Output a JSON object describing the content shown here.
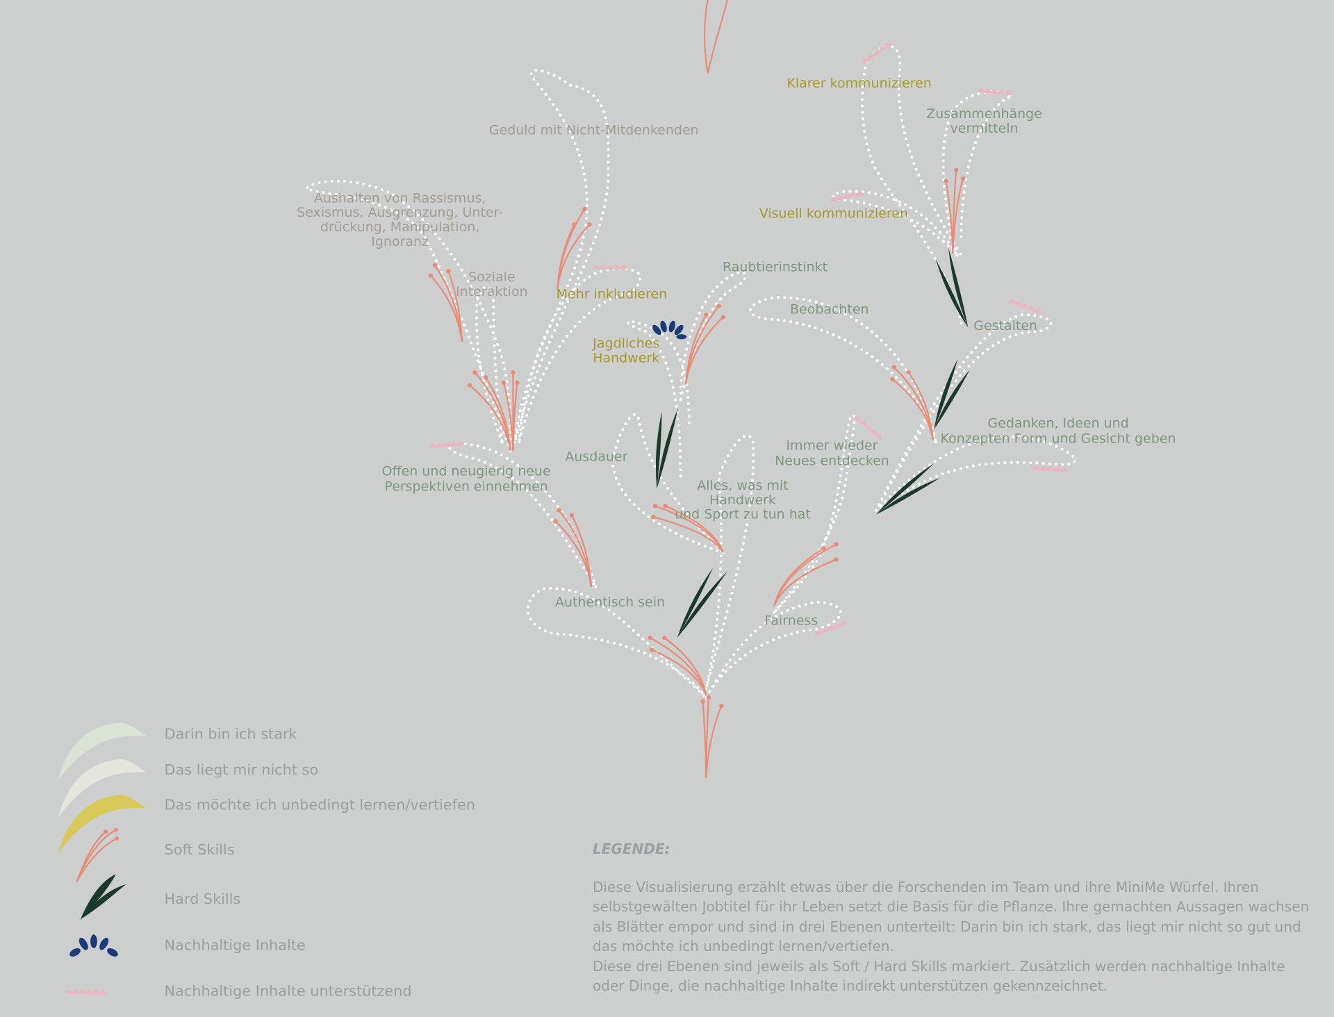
{
  "labels": {
    "klarer": "Klarer kommunizieren",
    "zusammen": [
      "Zusammenhänge",
      "vermitteln"
    ],
    "geduld": "Geduld mit Nicht-Mitdenkenden",
    "aushalten": [
      "Aushalten von Rassismus,",
      "Sexismus, Ausgrenzung, Unter-",
      "drückung, Manipulation,",
      "Ignoranz"
    ],
    "visuell": "Visuell kommunizieren",
    "soziale": [
      "Soziale",
      "Interaktion"
    ],
    "mehr": "Mehr inkludieren",
    "raubtier": "Raubtierinstinkt",
    "beobachten": "Beobachten",
    "gestalten": "Gestalten",
    "jagd": [
      "Jagdliches",
      "Handwerk"
    ],
    "gedanken": [
      "Gedanken, Ideen und",
      "Konzepten Form und Gesicht geben"
    ],
    "immer": [
      "Immer wieder",
      "Neues entdecken"
    ],
    "ausdauer": "Ausdauer",
    "offen": [
      "Offen und neugierig neue",
      "Perspektiven einnehmen"
    ],
    "alles": [
      "Alles, was mit",
      "Handwerk",
      "und Sport zu tun hat"
    ],
    "authentisch": "Authentisch sein",
    "fairness": "Fairness"
  },
  "legend": {
    "items": [
      "Darin bin ich stark",
      "Das liegt mir nicht so",
      "Das möchte ich unbedingt lernen/vertiefen",
      "Soft Skills",
      "Hard Skills",
      "Nachhaltige Inhalte",
      "Nachhaltige Inhalte unterstützend"
    ],
    "heading": "LEGENDE:",
    "paragraphs": [
      "Diese Visualisierung erzählt etwas über die Forschenden im Team und ihre MiniMe Würfel. Ihren selbstgewälten Jobtitel für ihr Leben setzt die Basis für die Pflanze. Ihre gemachten Aussagen wachsen als Blätter empor und sind in drei Ebenen unterteilt: Darin bin ich stark, das liegt mir nicht so gut und das möchte ich unbedingt lernen/vertiefen.",
      "Diese drei Ebenen sind jeweils als Soft / Hard Skills markiert. Zusätzlich werden nachhaltige Inhalte oder Dinge, die nachhaltige Inhalte indirekt unterstützen gekennzeichnet."
    ]
  },
  "colors": {
    "background": "#cdcfcf",
    "strong": "#d9e4d6",
    "weak": "#e6e5dc",
    "learn": "#d9c95a",
    "soft": "#e88c78",
    "hard": "#1c3a2c",
    "sustainable": "#1c3a7a",
    "supporting": "#e9b7c0"
  }
}
